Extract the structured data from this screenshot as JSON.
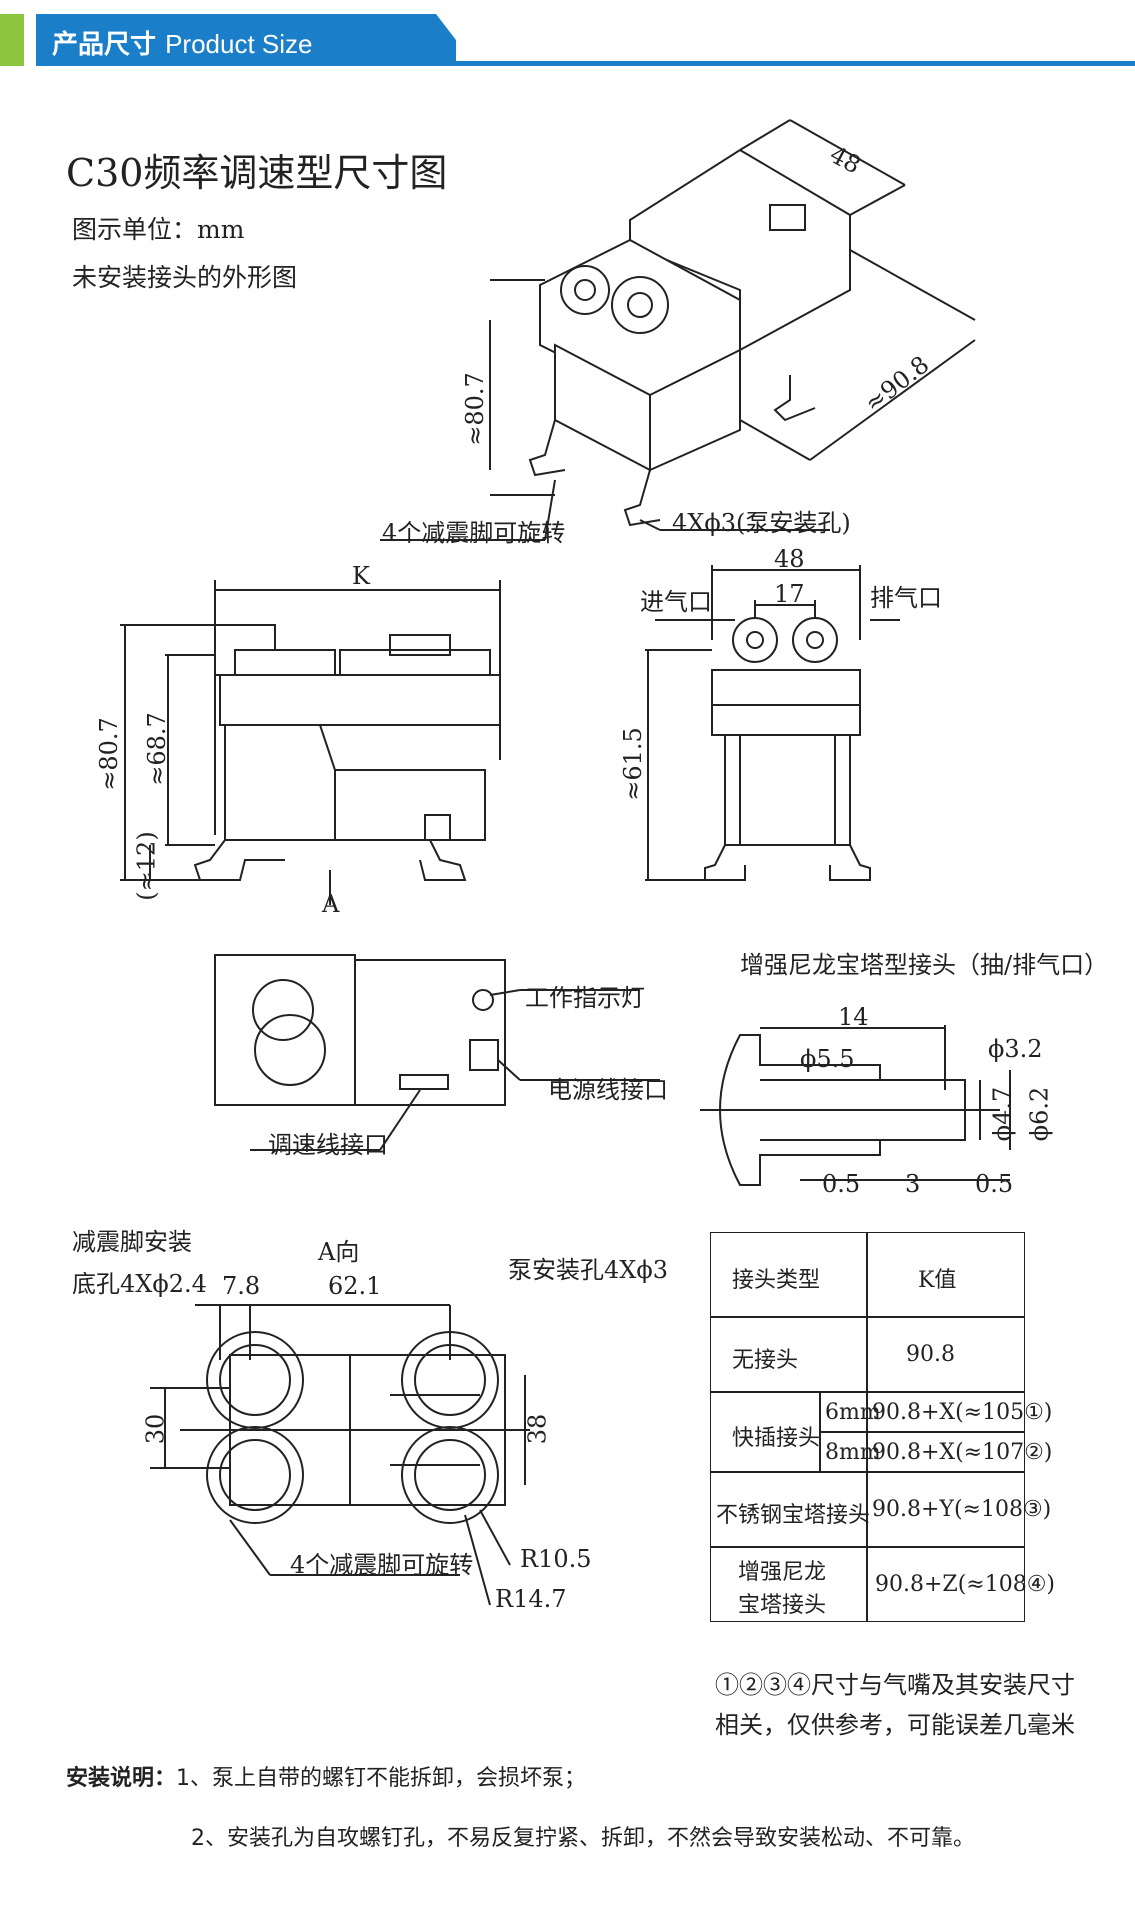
{
  "header": {
    "title_cn": "产品尺寸",
    "title_en": "Product Size"
  },
  "drawing": {
    "title": "C30频率调速型尺寸图",
    "unit": "图示单位：mm",
    "subtitle": "未安装接头的外形图",
    "iso": {
      "w": "48",
      "len": "≈90.8",
      "h": "≈80.7",
      "feet": "4个减震脚可旋转",
      "hole": "4Xϕ3(泵安装孔)"
    },
    "side": {
      "k": "K",
      "h1": "≈80.7",
      "h2": "≈68.7",
      "h3": "(≈12)",
      "a": "A"
    },
    "front": {
      "w": "48",
      "gap": "17",
      "h": "≈61.5",
      "inlet": "进气口",
      "outlet": "排气口"
    },
    "top": {
      "led": "工作指示灯",
      "power": "电源线接口",
      "speed": "调速线接口"
    },
    "connector": {
      "title": "增强尼龙宝塔型接头（抽/排气口）",
      "len": "14",
      "d1": "ϕ5.5",
      "d2": "ϕ3.2",
      "d3": "ϕ4.7",
      "d4": "ϕ6.2",
      "s1": "0.5",
      "s2": "3",
      "s3": "0.5"
    },
    "bottom": {
      "label1": "减震脚安装",
      "label2": "底孔4Xϕ2.4",
      "dir": "A向",
      "d1": "7.8",
      "d2": "62.1",
      "hole": "泵安装孔4Xϕ3",
      "v1": "30",
      "v2": "38",
      "feet": "4个减震脚可旋转",
      "r1": "R10.5",
      "r2": "R14.7"
    }
  },
  "table": {
    "headers": [
      "接头类型",
      "K值"
    ],
    "rows": [
      {
        "type": "无接头",
        "k": "90.8"
      },
      {
        "type": "快插接头",
        "sub": "6mm",
        "k": "90.8+X(≈105①)"
      },
      {
        "type": "",
        "sub": "8mm",
        "k": "90.8+X(≈107②)"
      },
      {
        "type": "不锈钢宝塔接头",
        "k": "90.8+Y(≈108③)"
      },
      {
        "type": "增强尼龙",
        "type2": "宝塔接头",
        "k": "90.8+Z(≈108④)"
      }
    ]
  },
  "note": {
    "line1": "①②③④尺寸与气嘴及其安装尺寸",
    "line2": "相关，仅供参考，可能误差几毫米"
  },
  "install": {
    "label": "安装说明：",
    "item1": "1、泵上自带的螺钉不能拆卸，会损坏泵；",
    "item2": "2、安装孔为自攻螺钉孔，不易反复拧紧、拆卸，不然会导致安装松动、不可靠。"
  }
}
